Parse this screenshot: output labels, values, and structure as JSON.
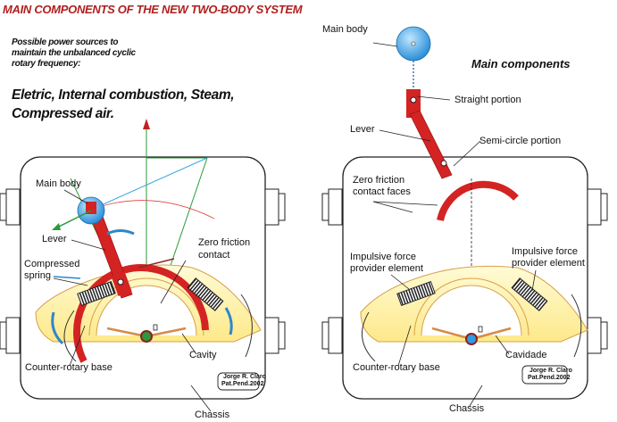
{
  "title": "MAIN COMPONENTS OF THE NEW TWO-BODY SYSTEM",
  "left_panel": {
    "power_note_line1": "Possible power sources to",
    "power_note_line2": "maintain the unbalanced cyclic",
    "power_note_line3": "rotary frequency:",
    "sources_line1": "Eletric, Internal combustion, Steam,",
    "sources_line2": "Compressed air.",
    "labels": {
      "main_body": "Main body",
      "lever": "Lever",
      "compressed_spring_1": "Compressed",
      "compressed_spring_2": "spring",
      "zero_friction_1": "Zero friction",
      "zero_friction_2": "contact",
      "counter_rotary_base": "Counter-rotary base",
      "cavity": "Cavity",
      "chassis": "Chassis"
    },
    "signature_name": "Jorge R. Claro",
    "signature_pat": "Pat.Pend.2002"
  },
  "right_panel": {
    "heading": "Main components",
    "labels": {
      "main_body": "Main body",
      "straight_portion": "Straight portion",
      "lever": "Lever",
      "semi_circle_portion": "Semi-circle portion",
      "zero_friction_faces_1": "Zero friction",
      "zero_friction_faces_2": "contact faces",
      "impulsive_left_1": "Impulsive force",
      "impulsive_left_2": "provider element",
      "impulsive_right_1": "Impulsive force",
      "impulsive_right_2": "provider element",
      "counter_rotary_base": "Counter-rotary base",
      "cavidade": "Cavidade",
      "chassis": "Chassis"
    },
    "signature_name": "Jorge R. Claro",
    "signature_pat": "Pat.Pend.2002"
  },
  "colors": {
    "title": "#b01f1f",
    "lever": "#d42323",
    "base_fill": "#fff4a8",
    "body_blue": "#2f9be0"
  }
}
